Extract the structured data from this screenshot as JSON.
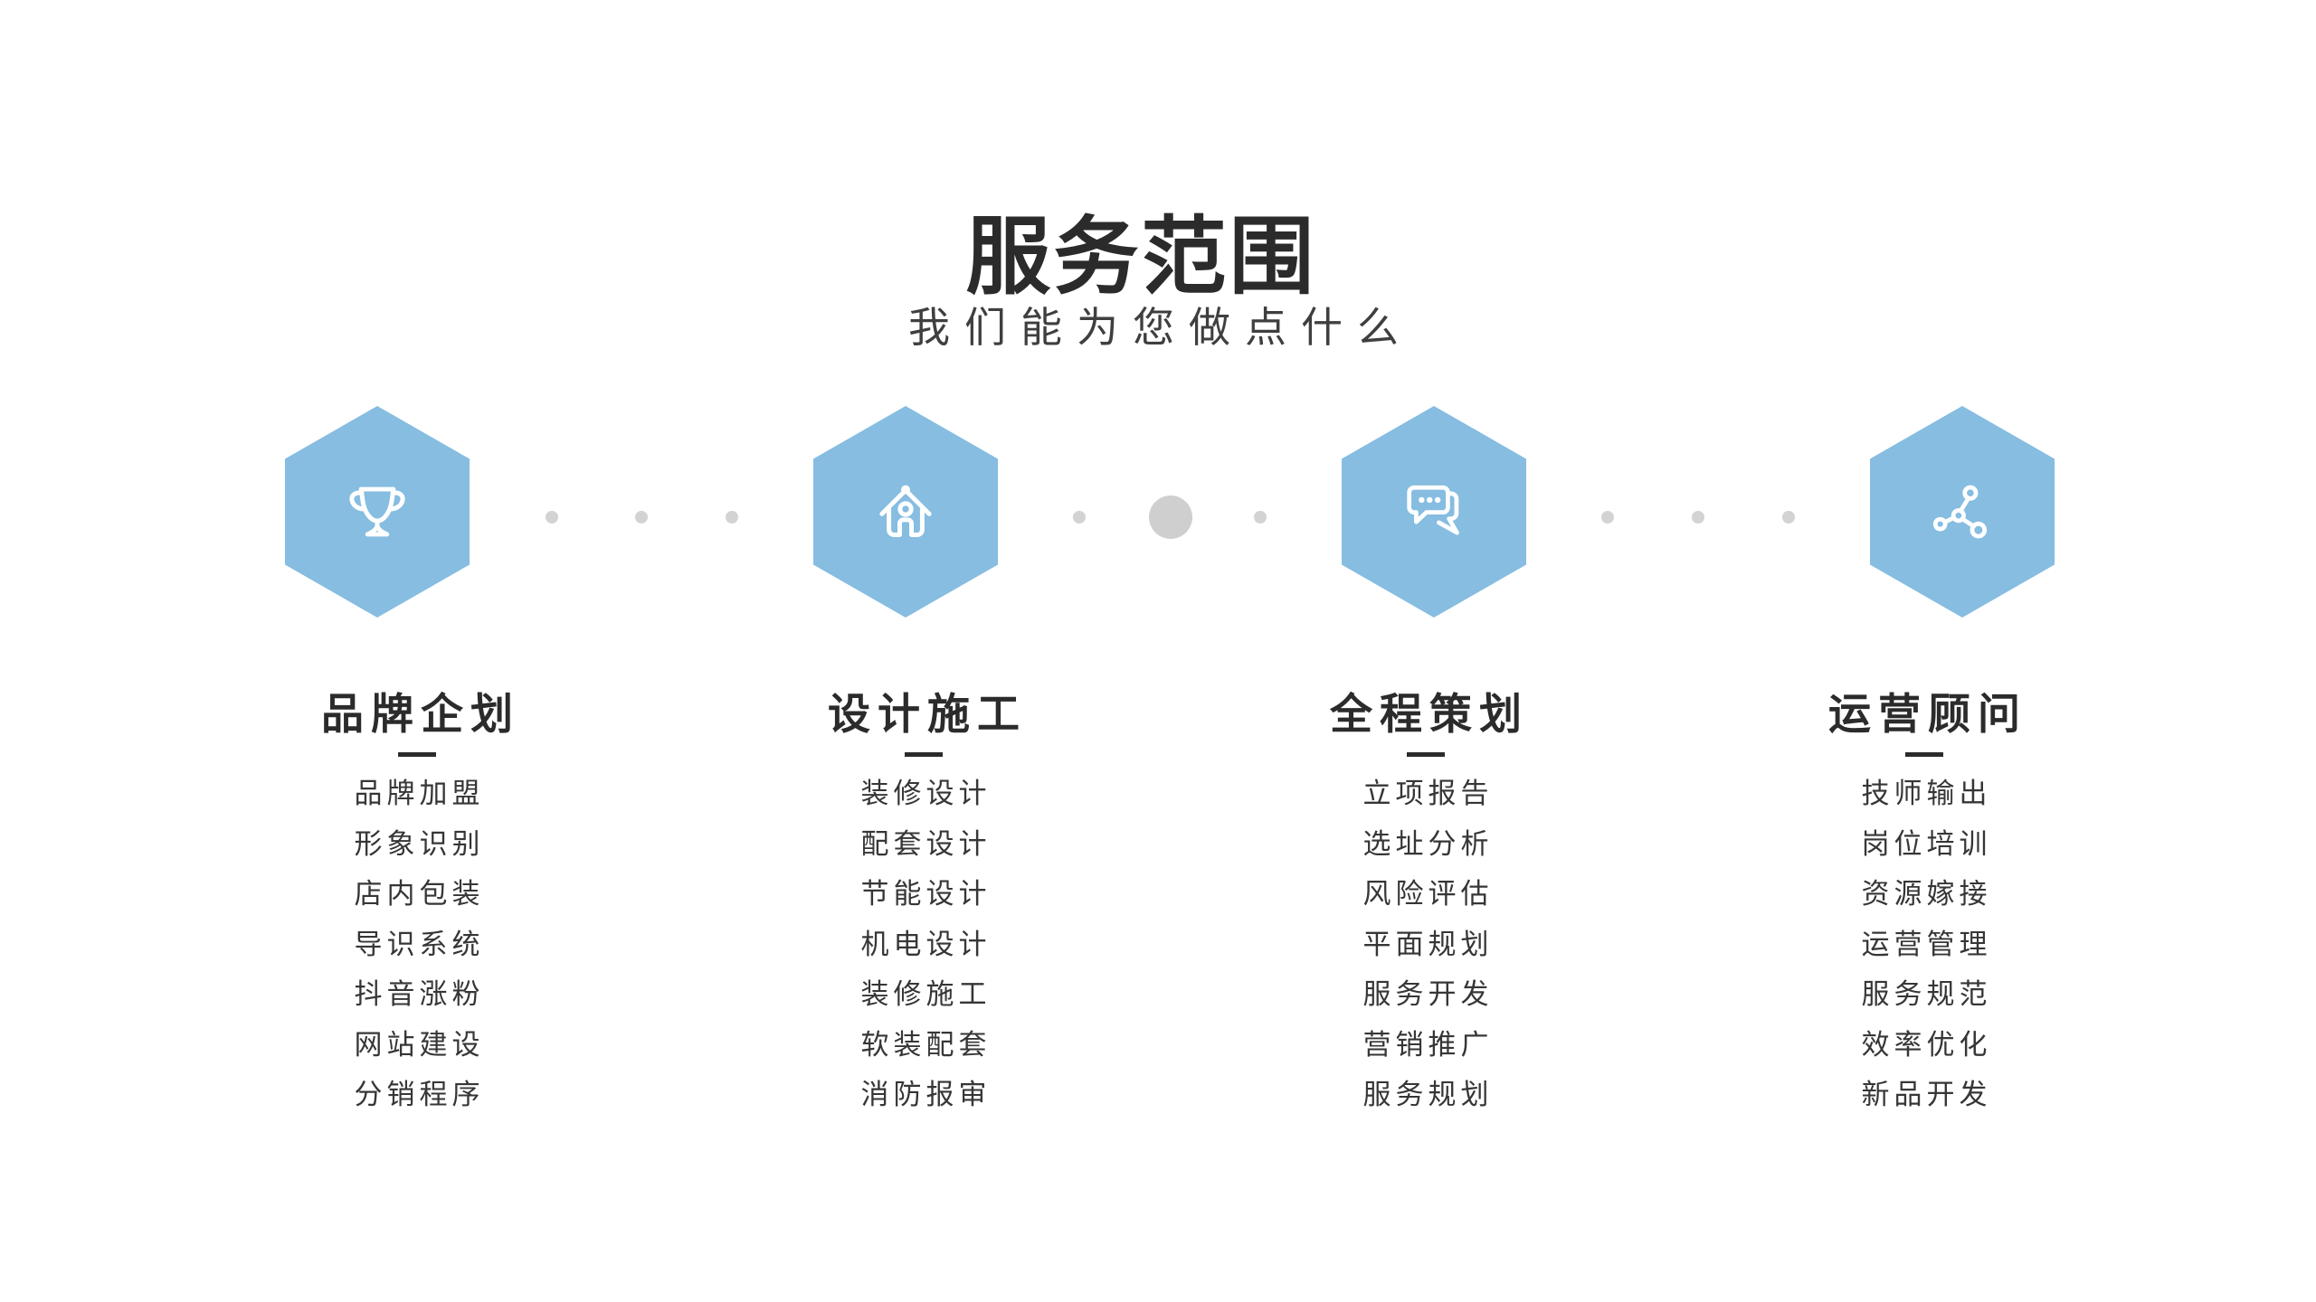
{
  "header": {
    "title": "服务范围",
    "subtitle": "我们能为您做点什么"
  },
  "colors": {
    "background": "#ffffff",
    "hexagon_blue": "#86BDE1",
    "icon_white": "#ffffff",
    "dot_gray": "#d3d3d3",
    "big_dot_gray": "#cfcfcf",
    "heading_dark": "#2b2b2b",
    "item_text": "#363636"
  },
  "columns": [
    {
      "icon": "trophy-icon",
      "title": "品牌企划",
      "items": [
        "品牌加盟",
        "形象识别",
        "店内包装",
        "导识系统",
        "抖音涨粉",
        "网站建设",
        "分销程序"
      ]
    },
    {
      "icon": "home-icon",
      "title": "设计施工",
      "items": [
        "装修设计",
        "配套设计",
        "节能设计",
        "机电设计",
        "装修施工",
        "软装配套",
        "消防报审"
      ]
    },
    {
      "icon": "chat-bubbles-icon",
      "title": "全程策划",
      "items": [
        "立项报告",
        "选址分析",
        "风险评估",
        "平面规划",
        "服务开发",
        "营销推广",
        "服务规划"
      ]
    },
    {
      "icon": "network-nodes-icon",
      "title": "运营顾问",
      "items": [
        "技师输出",
        "岗位培训",
        "资源嫁接",
        "运营管理",
        "服务规范",
        "效率优化",
        "新品开发"
      ]
    }
  ]
}
